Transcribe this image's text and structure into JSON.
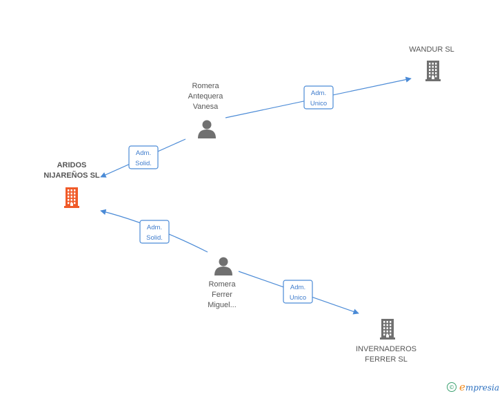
{
  "nodes": [
    {
      "id": "aridos",
      "type": "company",
      "highlight": true,
      "label_lines": [
        "ARIDOS",
        "NIJAREÑOS SL"
      ]
    },
    {
      "id": "wandur",
      "type": "company",
      "highlight": false,
      "label_lines": [
        "WANDUR SL"
      ]
    },
    {
      "id": "invernaderos",
      "type": "company",
      "highlight": false,
      "label_lines": [
        "INVERNADEROS",
        "FERRER SL"
      ]
    },
    {
      "id": "romera_antequera",
      "type": "person",
      "label_lines": [
        "Romera",
        "Antequera",
        "Vanesa"
      ]
    },
    {
      "id": "romera_ferrer",
      "type": "person",
      "label_lines": [
        "Romera",
        "Ferrer",
        "Miguel..."
      ]
    }
  ],
  "edges": [
    {
      "from": "romera_antequera",
      "to": "wandur",
      "label_lines": [
        "Adm.",
        "Unico"
      ]
    },
    {
      "from": "romera_antequera",
      "to": "aridos",
      "label_lines": [
        "Adm.",
        "Solid."
      ]
    },
    {
      "from": "romera_ferrer",
      "to": "aridos",
      "label_lines": [
        "Adm.",
        "Solid."
      ]
    },
    {
      "from": "romera_ferrer",
      "to": "invernaderos",
      "label_lines": [
        "Adm.",
        "Unico"
      ]
    }
  ],
  "colors": {
    "company": "#707070",
    "company_highlight": "#f05a28",
    "person": "#707070",
    "edge": "#4a8ad6"
  },
  "footer": {
    "copyright_symbol": "©",
    "brand_first": "e",
    "brand_rest": "mpresia"
  }
}
